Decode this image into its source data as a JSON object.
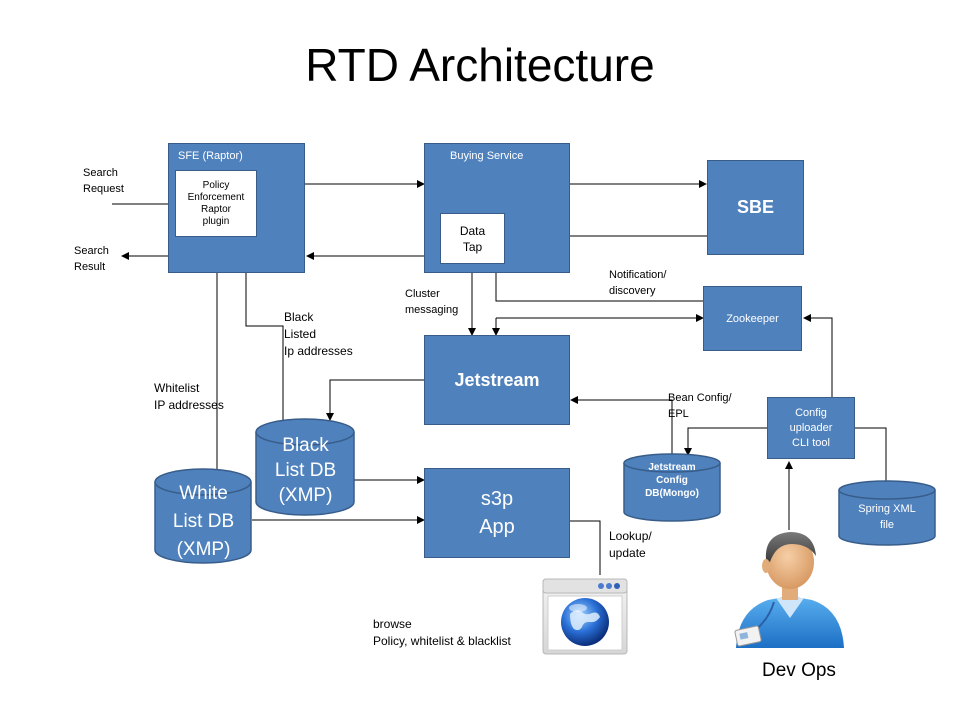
{
  "title": "RTD Architecture",
  "sfe": {
    "caption": "SFE (Raptor)",
    "plugin": [
      "Policy",
      "Enforcement",
      "Raptor",
      "plugin"
    ]
  },
  "buying": {
    "caption": "Buying Service",
    "tap": [
      "Data",
      "Tap"
    ]
  },
  "sbe": "SBE",
  "zookeeper": "Zookeeper",
  "jetstream": "Jetstream",
  "s3p": [
    "s3p",
    "App"
  ],
  "config_uploader": [
    "Config",
    "uploader",
    "CLI tool"
  ],
  "blacklist_db": [
    "Black",
    "List DB",
    "(XMP)"
  ],
  "whitelist_db": [
    "White",
    "List DB",
    "(XMP)"
  ],
  "jetstream_config_db": [
    "Jetstream",
    "Config",
    "DB(Mongo)"
  ],
  "spring_xml": [
    "Spring XML",
    "file"
  ],
  "labels": {
    "search_request": [
      "Search",
      "Request"
    ],
    "search_result": [
      "Search",
      "Result"
    ],
    "notification": [
      "Notification/",
      "discovery"
    ],
    "cluster": [
      "Cluster",
      "messaging"
    ],
    "black_listed": [
      "Black",
      "Listed",
      "Ip addresses"
    ],
    "whitelist": [
      "Whitelist",
      "IP addresses"
    ],
    "bean_config": [
      "Bean Config/",
      "EPL"
    ],
    "lookup": [
      "Lookup/",
      "update"
    ],
    "browse": [
      "browse",
      "Policy, whitelist & blacklist"
    ]
  },
  "dev_ops": "Dev Ops",
  "icons": {
    "browser": "browser-globe-icon",
    "person": "dev-ops-person-icon"
  },
  "colors": {
    "box_fill": "#4f81bd",
    "box_border": "#385d8a"
  }
}
